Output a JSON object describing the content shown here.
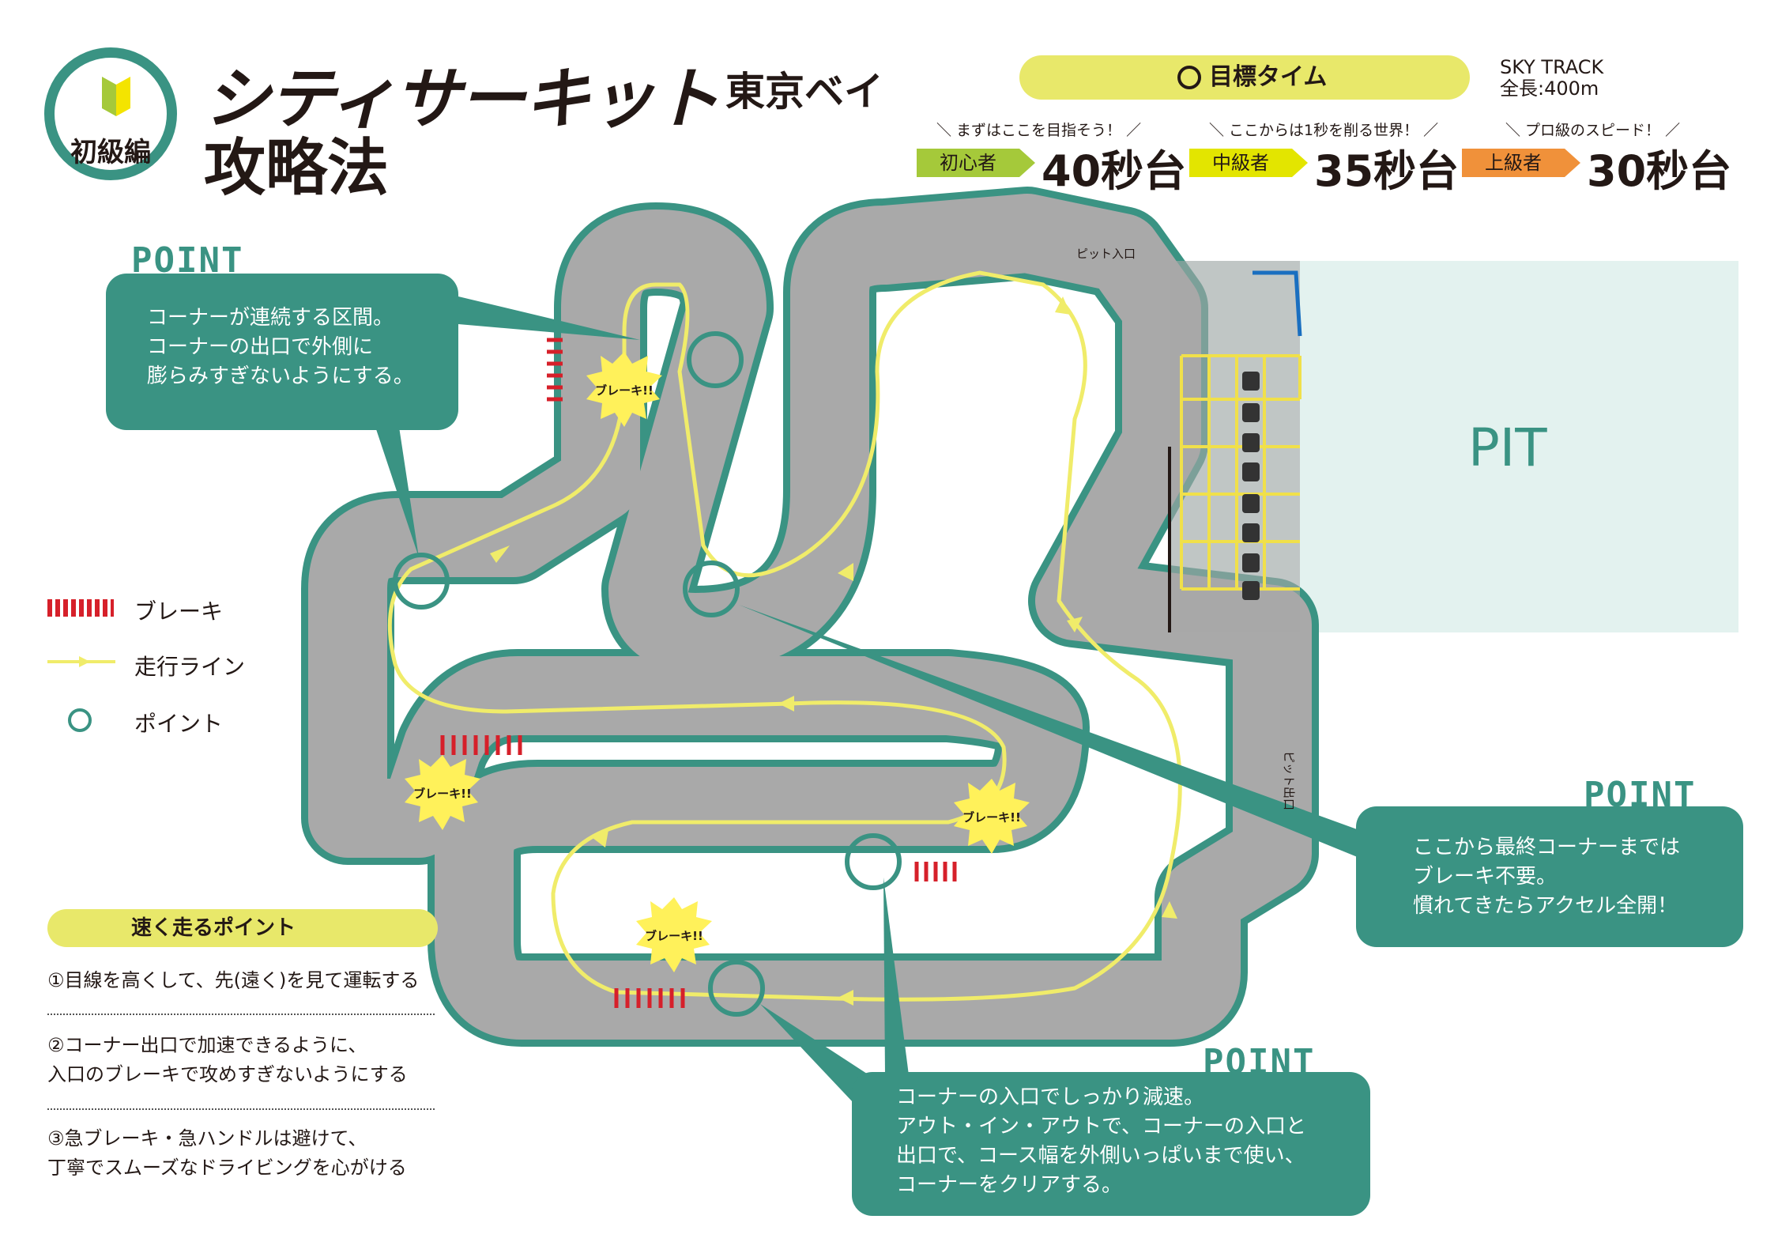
{
  "header": {
    "badge": "初級編",
    "title_line1": "シティサーキット",
    "title_suffix": "東京ベイ",
    "title_line2": "攻略法"
  },
  "target": {
    "label": "目標タイム",
    "track_name": "SKY TRACK",
    "track_length": "全長:400m",
    "levels": [
      {
        "note": "＼ まずはここを目指そう！ ／",
        "tag": "初心者",
        "time": "40秒台",
        "color": "#a5c93a"
      },
      {
        "note": "＼ ここからは1秒を削る世界！ ／",
        "tag": "中級者",
        "time": "35秒台",
        "color": "#e3e500"
      },
      {
        "note": "＼ プロ級のスピード！ ／",
        "tag": "上級者",
        "time": "30秒台",
        "color": "#f0913a"
      }
    ]
  },
  "legend": {
    "brake": "ブレーキ",
    "line": "走行ライン",
    "point": "ポイント"
  },
  "tips": {
    "title": "速く走るポイント",
    "items": [
      "①目線を高くして、先(遠く)を見て運転する",
      "②コーナー出口で加速できるように、\n入口のブレーキで攻めすぎないようにする",
      "③急ブレーキ・急ハンドルは避けて、\n丁寧でスムーズなドライビングを心がける"
    ]
  },
  "points": {
    "label": "POINT",
    "callout1": "コーナーが連続する区間。\nコーナーの出口で外側に\n膨らみすぎないようにする。",
    "callout2": "ここから最終コーナーまでは\nブレーキ不要。\n慣れてきたらアクセル全開！",
    "callout3": "コーナーの入口でしっかり減速。\nアウト・イン・アウトで、コーナーの入口と\n出口で、コース幅を外側いっぱいまで使い、\nコーナーをクリアする。"
  },
  "map": {
    "brake_burst": "ブレーキ!!",
    "pit_label": "PIT",
    "pit_entrance": "ピット入口",
    "pit_exit": "ピット出口"
  },
  "colors": {
    "accent": "#3a9383",
    "track": "#a9a9a9",
    "line": "#f0ec6a",
    "brake": "#d6202a",
    "pit_area": "#e3f2ef",
    "burst": "#fff15a"
  }
}
